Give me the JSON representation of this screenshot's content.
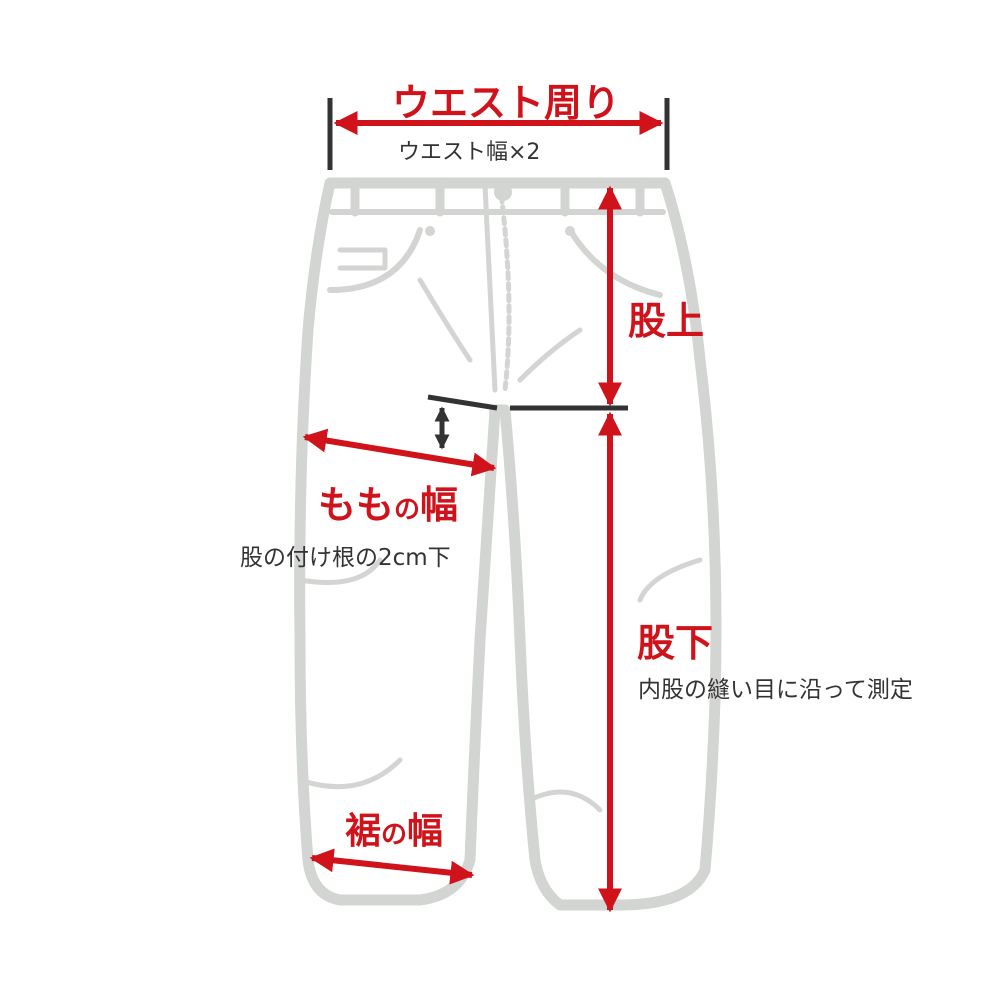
{
  "colors": {
    "accent": "#d0121b",
    "outline": "#d3d5d2",
    "marker": "#333333"
  },
  "labels": {
    "waist": "ウエスト周り",
    "waist_note": "ウエスト幅×2",
    "rise": "股上",
    "thigh_prefix": "もも",
    "thigh_no": "の",
    "thigh_suffix": "幅",
    "thigh_note": "股の付け根の2cm下",
    "inseam": "股下",
    "inseam_note": "内股の縫い目に沿って測定",
    "hem_a": "裾",
    "hem_no": "の",
    "hem_b": "幅"
  }
}
